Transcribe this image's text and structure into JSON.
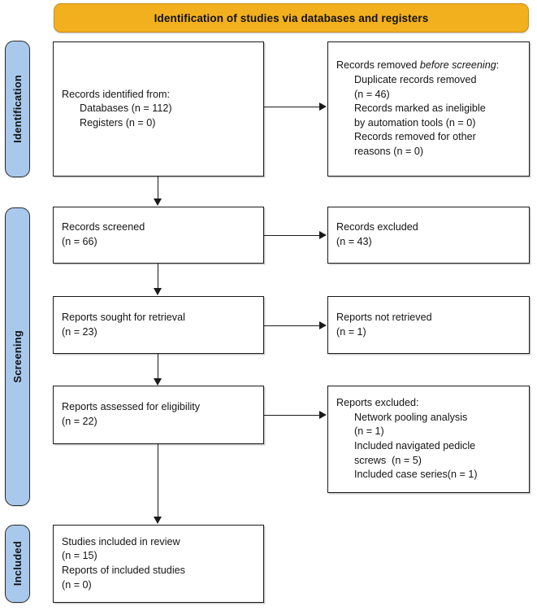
{
  "diagram": {
    "type": "prisma-flow-diagram",
    "banner_title": "Identification of studies via databases and registers",
    "banner_color": "#F2B01E",
    "stage_label_color": "#A9C9EC",
    "box_border_color": "#1a1a1a"
  },
  "stages": [
    {
      "key": "identification",
      "label": "Identification"
    },
    {
      "key": "screening",
      "label": "Screening"
    },
    {
      "key": "included",
      "label": "Included"
    }
  ],
  "boxes": {
    "identified": {
      "title": "Records identified from:",
      "lines": [
        "Databases (n = 112)",
        "Registers (n = 0)"
      ]
    },
    "removed": {
      "title_prefix": "Records removed ",
      "title_italic": "before screening",
      "title_suffix": ":",
      "lines": [
        "Duplicate records removed",
        "(n = 46)",
        "Records marked as ineligible",
        "by automation tools (n = 0)",
        "Records removed for other",
        "reasons (n = 0)"
      ]
    },
    "screened": {
      "title": "Records screened",
      "count": "(n = 66)"
    },
    "excluded": {
      "title": "Records excluded",
      "count": "(n = 43)"
    },
    "sought": {
      "title": "Reports sought for retrieval",
      "count": "(n = 23)"
    },
    "not_retrieved": {
      "title": "Reports not retrieved",
      "count": "(n = 1)"
    },
    "assessed": {
      "title": "Reports assessed for eligibility",
      "count": "(n = 22)"
    },
    "reports_excluded": {
      "title": "Reports excluded:",
      "lines": [
        "Network pooling analysis",
        "(n = 1)",
        "Included navigated pedicle",
        "screws  (n = 5)",
        "Included case series(n = 1)"
      ]
    },
    "included": {
      "line1": "Studies included in review",
      "line2": "(n = 15)",
      "line3": "Reports of included studies",
      "line4": "(n = 0)"
    }
  },
  "chart_data": {
    "type": "diagram",
    "title": "Identification of studies via databases and registers",
    "nodes": [
      {
        "id": "identified",
        "stage": "Identification",
        "label": "Records identified from:",
        "databases": 112,
        "registers": 0
      },
      {
        "id": "removed",
        "stage": "Identification",
        "label": "Records removed before screening:",
        "duplicates": 46,
        "ineligible_automation": 0,
        "other_reasons": 0
      },
      {
        "id": "screened",
        "stage": "Screening",
        "label": "Records screened",
        "n": 66
      },
      {
        "id": "excluded",
        "stage": "Screening",
        "label": "Records excluded",
        "n": 43
      },
      {
        "id": "sought",
        "stage": "Screening",
        "label": "Reports sought for retrieval",
        "n": 23
      },
      {
        "id": "not_retrieved",
        "stage": "Screening",
        "label": "Reports not retrieved",
        "n": 1
      },
      {
        "id": "assessed",
        "stage": "Screening",
        "label": "Reports assessed for eligibility",
        "n": 22
      },
      {
        "id": "reports_excluded",
        "stage": "Screening",
        "label": "Reports excluded:",
        "network_pooling_analysis": 1,
        "included_navigated_pedicle_screws": 5,
        "included_case_series": 1
      },
      {
        "id": "included",
        "stage": "Included",
        "label": "Studies included in review",
        "studies": 15,
        "reports": 0
      }
    ],
    "edges": [
      {
        "from": "identified",
        "to": "removed",
        "direction": "right"
      },
      {
        "from": "identified",
        "to": "screened",
        "direction": "down"
      },
      {
        "from": "screened",
        "to": "excluded",
        "direction": "right"
      },
      {
        "from": "screened",
        "to": "sought",
        "direction": "down"
      },
      {
        "from": "sought",
        "to": "not_retrieved",
        "direction": "right"
      },
      {
        "from": "sought",
        "to": "assessed",
        "direction": "down"
      },
      {
        "from": "assessed",
        "to": "reports_excluded",
        "direction": "right"
      },
      {
        "from": "assessed",
        "to": "included",
        "direction": "down"
      }
    ]
  }
}
